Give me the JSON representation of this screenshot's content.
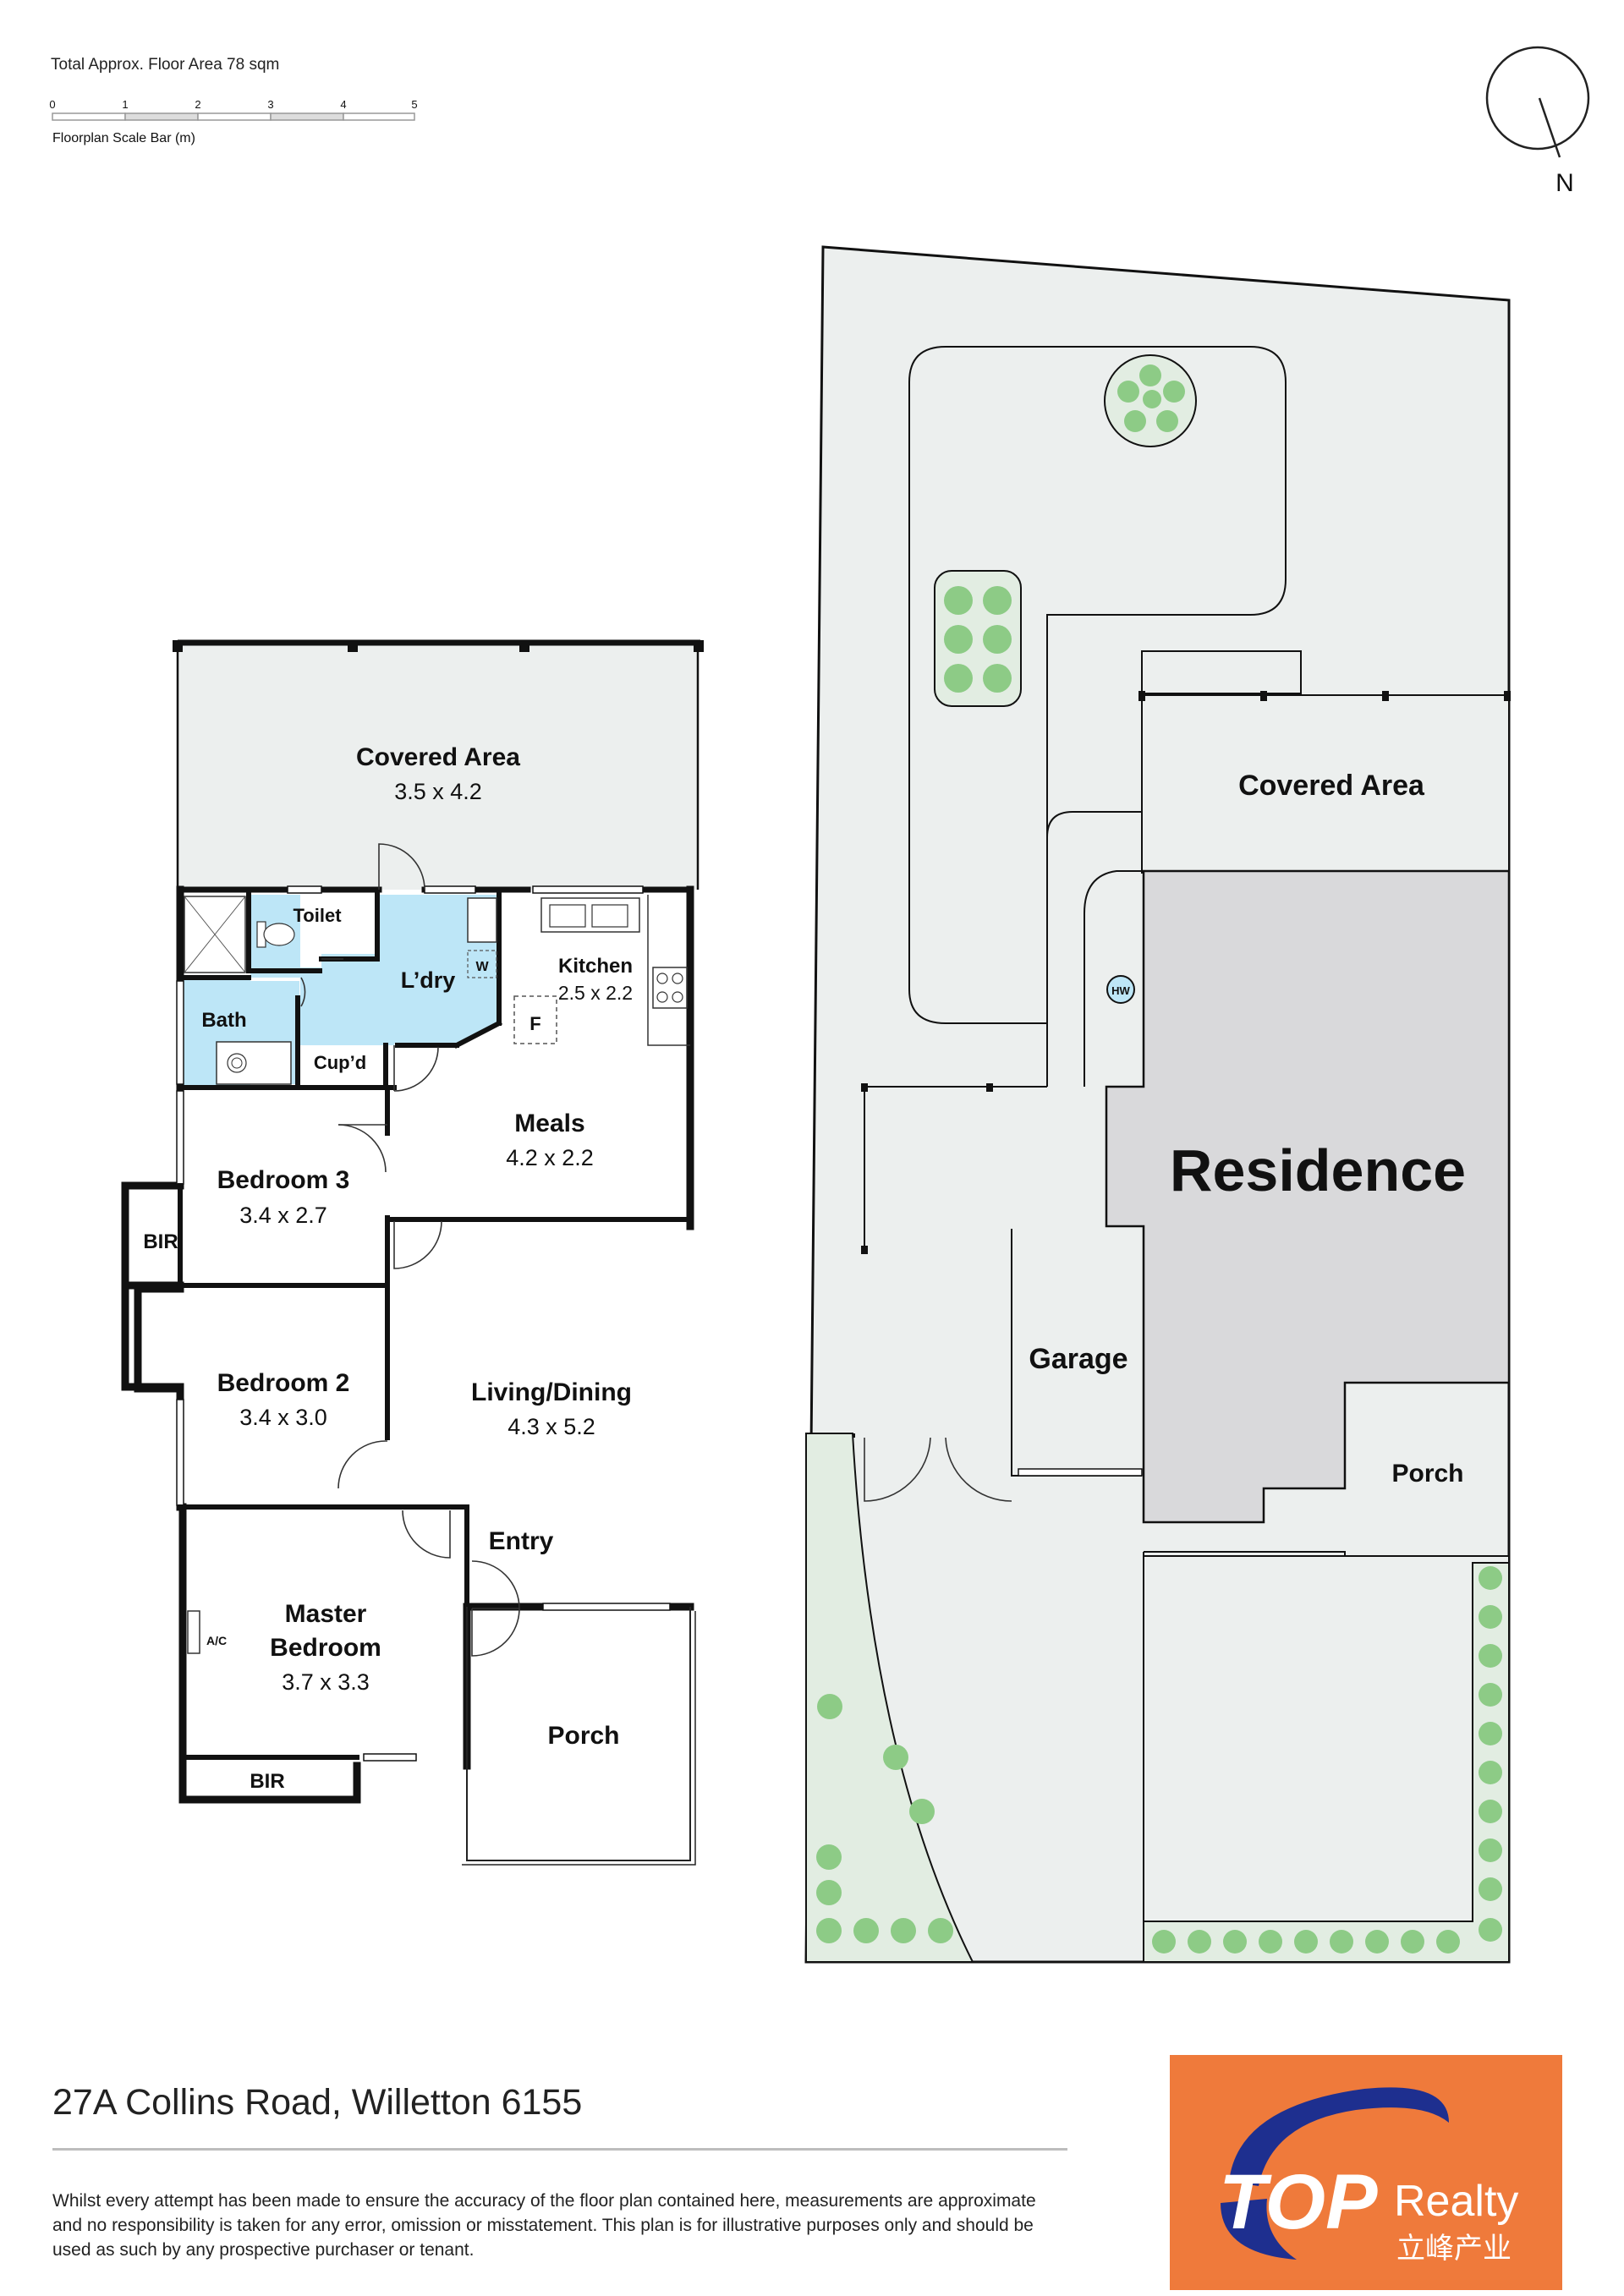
{
  "header": {
    "floor_area": "Total Approx. Floor Area 78 sqm",
    "scale_ticks": [
      "0",
      "1",
      "2",
      "3",
      "4",
      "5"
    ],
    "scale_caption": "Floorplan Scale Bar (m)",
    "north_label": "N"
  },
  "floorplan": {
    "rooms": [
      {
        "id": "covered_area",
        "name": "Covered Area",
        "dims": "3.5 x 4.2"
      },
      {
        "id": "toilet",
        "name": "Toilet",
        "dims": ""
      },
      {
        "id": "laundry",
        "name": "L’dry",
        "dims": ""
      },
      {
        "id": "kitchen",
        "name": "Kitchen",
        "dims": "2.5 x 2.2"
      },
      {
        "id": "bath",
        "name": "Bath",
        "dims": ""
      },
      {
        "id": "cupboard",
        "name": "Cup’d",
        "dims": ""
      },
      {
        "id": "meals",
        "name": "Meals",
        "dims": "4.2 x 2.2"
      },
      {
        "id": "bedroom3",
        "name": "Bedroom 3",
        "dims": "3.4 x 2.7"
      },
      {
        "id": "bir1",
        "name": "BIR",
        "dims": ""
      },
      {
        "id": "bedroom2",
        "name": "Bedroom 2",
        "dims": "3.4 x 3.0"
      },
      {
        "id": "living",
        "name": "Living/Dining",
        "dims": "4.3 x 5.2"
      },
      {
        "id": "entry",
        "name": "Entry",
        "dims": ""
      },
      {
        "id": "master",
        "name": "Master Bedroom",
        "name_line1": "Master",
        "name_line2": "Bedroom",
        "dims": "3.7 x 3.3"
      },
      {
        "id": "bir2",
        "name": "BIR",
        "dims": ""
      },
      {
        "id": "porch",
        "name": "Porch",
        "dims": ""
      }
    ],
    "fixtures": {
      "washer": "W",
      "fridge": "F",
      "aircon": "A/C"
    }
  },
  "siteplan": {
    "labels": {
      "covered_area": "Covered Area",
      "residence": "Residence",
      "garage": "Garage",
      "porch": "Porch",
      "hot_water": "HW"
    }
  },
  "footer": {
    "address": "27A Collins Road, Willetton 6155",
    "disclaimer": "Whilst every attempt has been made to ensure the accuracy of the floor plan contained here, measurements are approximate and no responsibility is taken for any error, omission or misstatement. This plan is for illustrative purposes only and should be used as such by any prospective purchaser or tenant."
  },
  "logo": {
    "brand_top": "TOP",
    "brand_realty": "Realty",
    "brand_chinese": "立峰产业",
    "background_color": "#EF7A3B",
    "ring_color": "#1E2F8F"
  },
  "colors": {
    "wet_area": "#BDE6F7",
    "site_fill": "#ECEFEE",
    "residence_fill": "#D9D9DB",
    "plant_fill": "#8DCB86",
    "plant_bed": "#E2EDE2"
  }
}
